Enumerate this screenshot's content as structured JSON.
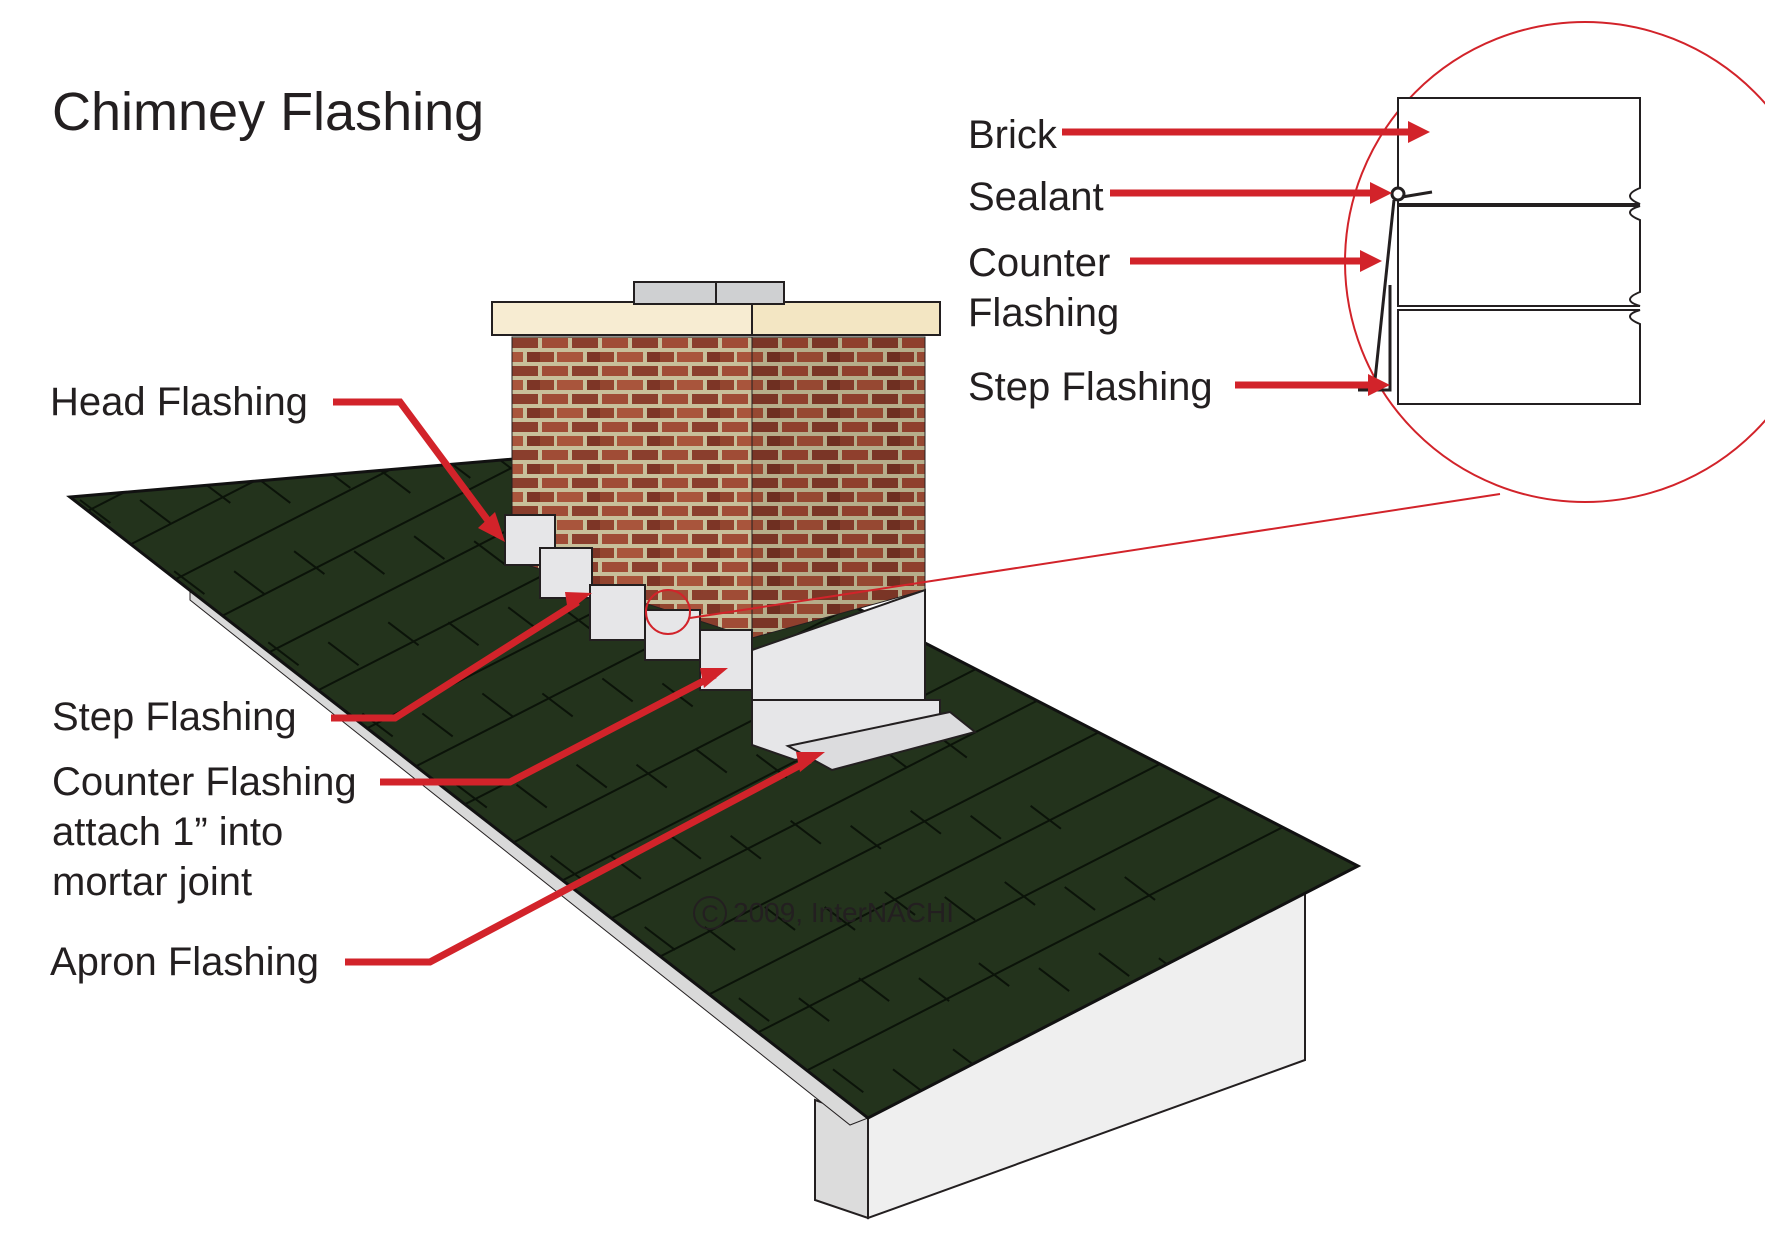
{
  "title": "Chimney Flashing",
  "copyright": {
    "symbol": "C",
    "text": "2009, InterNACHI"
  },
  "left_labels": {
    "head_flashing": "Head Flashing",
    "step_flashing": "Step Flashing",
    "counter_flashing_line1": "Counter Flashing",
    "counter_flashing_line2": "attach 1” into",
    "counter_flashing_line3": "mortar joint",
    "apron_flashing": "Apron Flashing"
  },
  "detail_labels": {
    "brick": "Brick",
    "sealant": "Sealant",
    "counter_line1": "Counter",
    "counter_line2": "Flashing",
    "step_flashing": "Step Flashing"
  },
  "colors": {
    "arrow": "#d2232a",
    "roof": "#23331c",
    "roof_lines": "#0b1309",
    "brick": "#9a4a35",
    "mortar": "#c8bf9a",
    "cap": "#f3e6c3",
    "flashing": "#e6e6e8",
    "fascia": "#f0f0f0"
  }
}
